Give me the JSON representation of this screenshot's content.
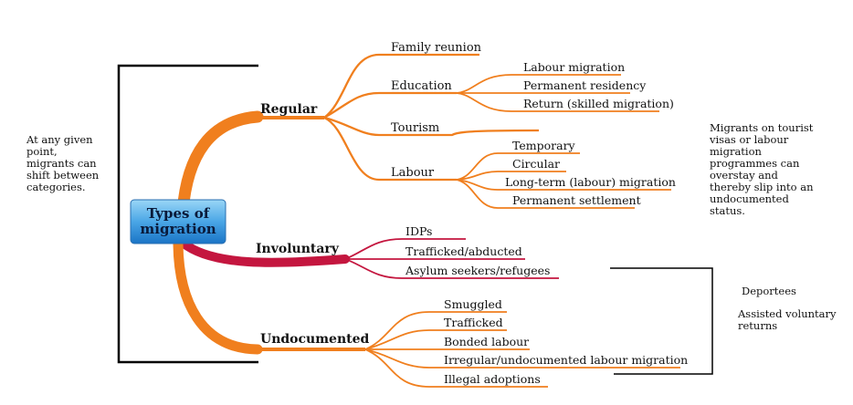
{
  "central": {
    "line1": "Types of",
    "line2": "migration"
  },
  "branches": {
    "regular": {
      "label": "Regular",
      "children": {
        "family": "Family reunion",
        "education": {
          "label": "Education",
          "items": [
            "Labour migration",
            "Permanent residency",
            "Return (skilled migration)"
          ]
        },
        "tourism": "Tourism",
        "labour": {
          "label": "Labour",
          "items": [
            "Temporary",
            "Circular",
            "Long-term (labour) migration",
            "Permanent settlement"
          ]
        }
      }
    },
    "involuntary": {
      "label": "Involuntary",
      "items": [
        "IDPs",
        "Trafficked/abducted",
        "Asylum seekers/refugees"
      ]
    },
    "undocumented": {
      "label": "Undocumented",
      "items": [
        "Smuggled",
        "Trafficked",
        "Bonded labour",
        "Irregular/undocumented labour migration",
        "Illegal adoptions"
      ]
    }
  },
  "notes": {
    "left": [
      "At any given",
      "point,",
      "migrants can",
      "shift between",
      "categories."
    ],
    "right": [
      "Migrants on tourist",
      "visas or labour",
      "migration",
      "programmes can",
      "overstay and",
      "thereby slip into an",
      "undocumented",
      "status."
    ],
    "deportees": "Deportees",
    "assisted": [
      "Assisted voluntary",
      "returns"
    ]
  },
  "colors": {
    "orange": "#f07f1e",
    "crimson": "#c4163f",
    "central_top": "#7cc8f2",
    "central_bottom": "#1f7fd0"
  }
}
